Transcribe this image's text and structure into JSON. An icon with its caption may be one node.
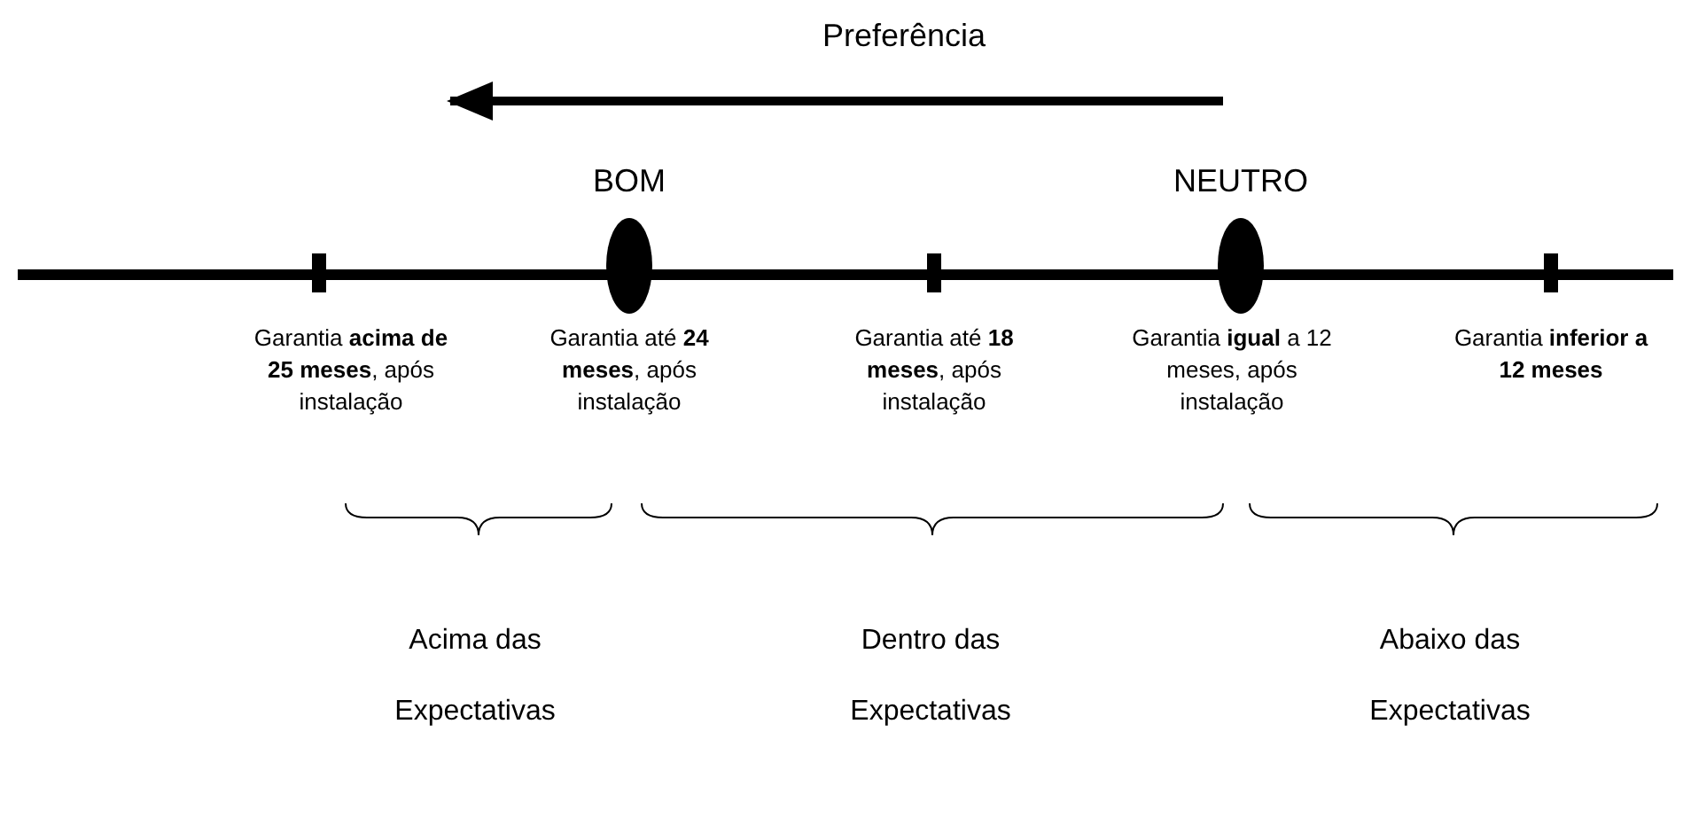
{
  "diagram": {
    "labels": [
      "Preferência",
      "BOM",
      "NEUTRO",
      "Garantia **acima de 25 meses**, após instalação",
      "Garantia até **24 meses**, após instalação",
      "Garantia até **18 meses**, após instalação",
      "Garantia **igual** a 12 meses, após instalação",
      "Garantia **inferior a 12 meses**",
      "Acima das Expectativas",
      "Dentro das Expectativas",
      "Abaixo das Expectativas"
    ]
  }
}
